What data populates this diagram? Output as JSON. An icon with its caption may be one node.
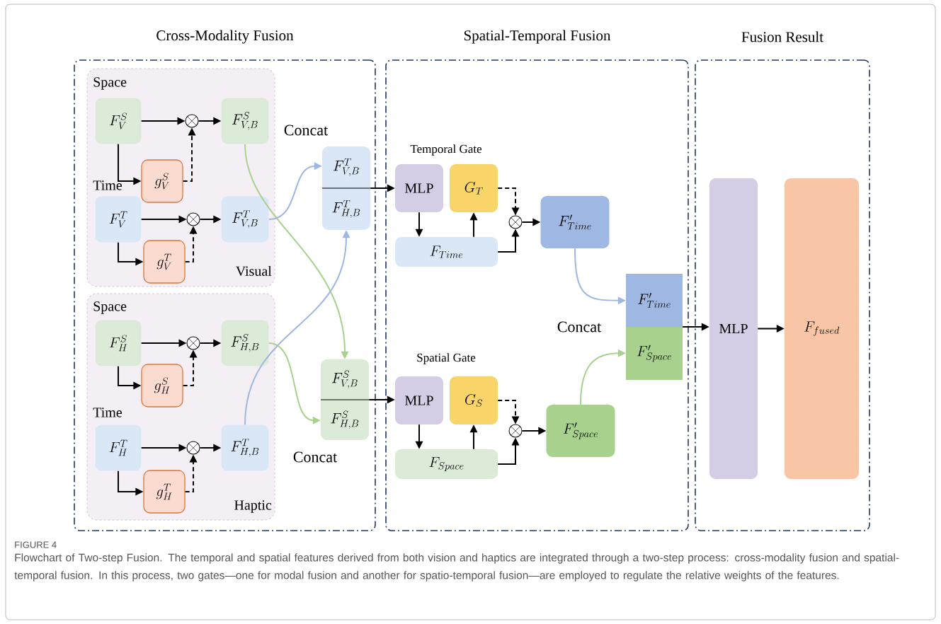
{
  "diagram": {
    "caption": "Flowchart of Two-step Fusion. The temporal and spatial features derived from both vision and haptics are integrated through a two-step process: cross-modality fusion and spatial-temporal fusion. In this process, two gates—one for modal fusion and another for spatio-temporal fusion—are employed to regulate the relative weights of the features.",
    "nodes": [
      {
        "text": [
          "Cross-Modality Fusion"
        ]
      },
      {
        "text": [
          "Space",
          "Time",
          "Visual"
        ],
        "in": 0
      },
      {
        "text": [
          "F_{V}^{S}"
        ],
        "in": 1
      },
      {
        "text": [
          "g_{V}^{S}"
        ],
        "in": 1
      },
      {
        "text": [],
        "shape": "circle",
        "in": 1
      },
      {
        "text": [
          "F_{V,B}^{S}"
        ],
        "in": 1
      },
      {
        "text": [
          "F_{V}^{T}"
        ],
        "in": 1
      },
      {
        "text": [
          "g_{V}^{T}"
        ],
        "in": 1
      },
      {
        "text": [],
        "shape": "circle",
        "in": 1
      },
      {
        "text": [
          "F_{V,B}^{T}"
        ],
        "in": 1
      },
      {
        "text": [
          "Space",
          "Time",
          "Haptic"
        ],
        "in": 0
      },
      {
        "text": [
          "F_{H}^{S}"
        ],
        "in": 10
      },
      {
        "text": [
          "g_{H}^{S}"
        ],
        "in": 10
      },
      {
        "text": [],
        "shape": "circle",
        "in": 10
      },
      {
        "text": [
          "F_{H,B}^{S}"
        ],
        "in": 10
      },
      {
        "text": [
          "F_{H}^{T}"
        ],
        "in": 10
      },
      {
        "text": [
          "g_{H}^{T}"
        ],
        "in": 10
      },
      {
        "text": [],
        "shape": "circle",
        "in": 10
      },
      {
        "text": [
          "F_{H,B}^{T}"
        ],
        "in": 10
      },
      {
        "text": [
          "F_{V,B}^{T}",
          "F_{H,B}^{T}"
        ],
        "beside": [
          "Concat"
        ],
        "in": 0
      },
      {
        "text": [
          "F_{V,B}^{S}",
          "F_{H,B}^{S}"
        ],
        "beside": [
          "Concat"
        ],
        "in": 0
      },
      {
        "text": [
          "Spatial-Temporal Fusion"
        ]
      },
      {
        "text": [
          "MLP"
        ],
        "in": 21
      },
      {
        "text": [
          "G_{T}"
        ],
        "in": 21
      },
      {
        "text": [
          "F_{Time}"
        ],
        "in": 21
      },
      {
        "text": [],
        "shape": "circle",
        "in": 21
      },
      {
        "text": [
          "F'_{Time}"
        ],
        "in": 21
      },
      {
        "text": [
          "MLP"
        ],
        "in": 21
      },
      {
        "text": [
          "G_{S}"
        ],
        "in": 21
      },
      {
        "text": [
          "F_{Space}"
        ],
        "in": 21
      },
      {
        "text": [],
        "shape": "circle",
        "in": 21
      },
      {
        "text": [
          "F'_{Space}"
        ],
        "in": 21
      },
      {
        "text": [
          "F'_{Time}",
          "F'_{Space}"
        ],
        "beside": [
          "Concat"
        ],
        "in": 21
      },
      {
        "text": [
          "Fusion Result"
        ]
      },
      {
        "text": [
          "MLP"
        ],
        "in": 33
      },
      {
        "text": [
          "F_{fused}"
        ],
        "in": 33
      }
    ],
    "edges": [
      {
        "from": 2,
        "to": 4,
        "arrow": "to"
      },
      {
        "from": 2,
        "to": 3,
        "arrow": "to"
      },
      {
        "from": 3,
        "to": 4,
        "arrow": "to",
        "style": "dashed"
      },
      {
        "from": 4,
        "to": 5,
        "arrow": "to"
      },
      {
        "from": 6,
        "to": 8,
        "arrow": "to"
      },
      {
        "from": 6,
        "to": 7,
        "arrow": "to"
      },
      {
        "from": 7,
        "to": 8,
        "arrow": "to",
        "style": "dashed"
      },
      {
        "from": 8,
        "to": 9,
        "arrow": "to"
      },
      {
        "from": 11,
        "to": 13,
        "arrow": "to"
      },
      {
        "from": 11,
        "to": 12,
        "arrow": "to"
      },
      {
        "from": 12,
        "to": 13,
        "arrow": "to",
        "style": "dashed"
      },
      {
        "from": 13,
        "to": 14,
        "arrow": "to"
      },
      {
        "from": 15,
        "to": 17,
        "arrow": "to"
      },
      {
        "from": 15,
        "to": 16,
        "arrow": "to"
      },
      {
        "from": 16,
        "to": 17,
        "arrow": "to",
        "style": "dashed"
      },
      {
        "from": 17,
        "to": 18,
        "arrow": "to"
      },
      {
        "from": 5,
        "to": 20,
        "arrow": "to",
        "color": "#a9d18e"
      },
      {
        "from": 9,
        "to": 19,
        "arrow": "to",
        "color": "#9db7e0"
      },
      {
        "from": 14,
        "to": 20,
        "arrow": "to",
        "color": "#a9d18e"
      },
      {
        "from": 18,
        "to": 19,
        "arrow": "to",
        "color": "#9db7e0"
      },
      {
        "from": 19,
        "to": 22,
        "arrow": "to"
      },
      {
        "from": 20,
        "to": 27,
        "arrow": "to"
      },
      {
        "from": 22,
        "to": 24,
        "arrow": "to"
      },
      {
        "from": 24,
        "to": 23,
        "arrow": "to"
      },
      {
        "from": 23,
        "to": 25,
        "arrow": "to",
        "style": "dashed"
      },
      {
        "from": 24,
        "to": 25,
        "arrow": "to"
      },
      {
        "from": 25,
        "to": 26,
        "arrow": "to"
      },
      {
        "from": 27,
        "to": 29,
        "arrow": "to"
      },
      {
        "from": 29,
        "to": 28,
        "arrow": "to"
      },
      {
        "from": 28,
        "to": 30,
        "arrow": "to",
        "style": "dashed"
      },
      {
        "from": 29,
        "to": 30,
        "arrow": "to"
      },
      {
        "from": 30,
        "to": 31,
        "arrow": "to"
      },
      {
        "from": 26,
        "to": 32,
        "arrow": "to",
        "color": "#9db7e0"
      },
      {
        "from": 31,
        "to": 32,
        "arrow": "to",
        "color": "#a9d18e"
      },
      {
        "from": 32,
        "to": 34,
        "arrow": "to"
      },
      {
        "from": 34,
        "to": 35,
        "arrow": "to"
      }
    ],
    "labels": [
      "Temporal Gate",
      "Spatial Gate",
      "FIGURE 4"
    ]
  }
}
